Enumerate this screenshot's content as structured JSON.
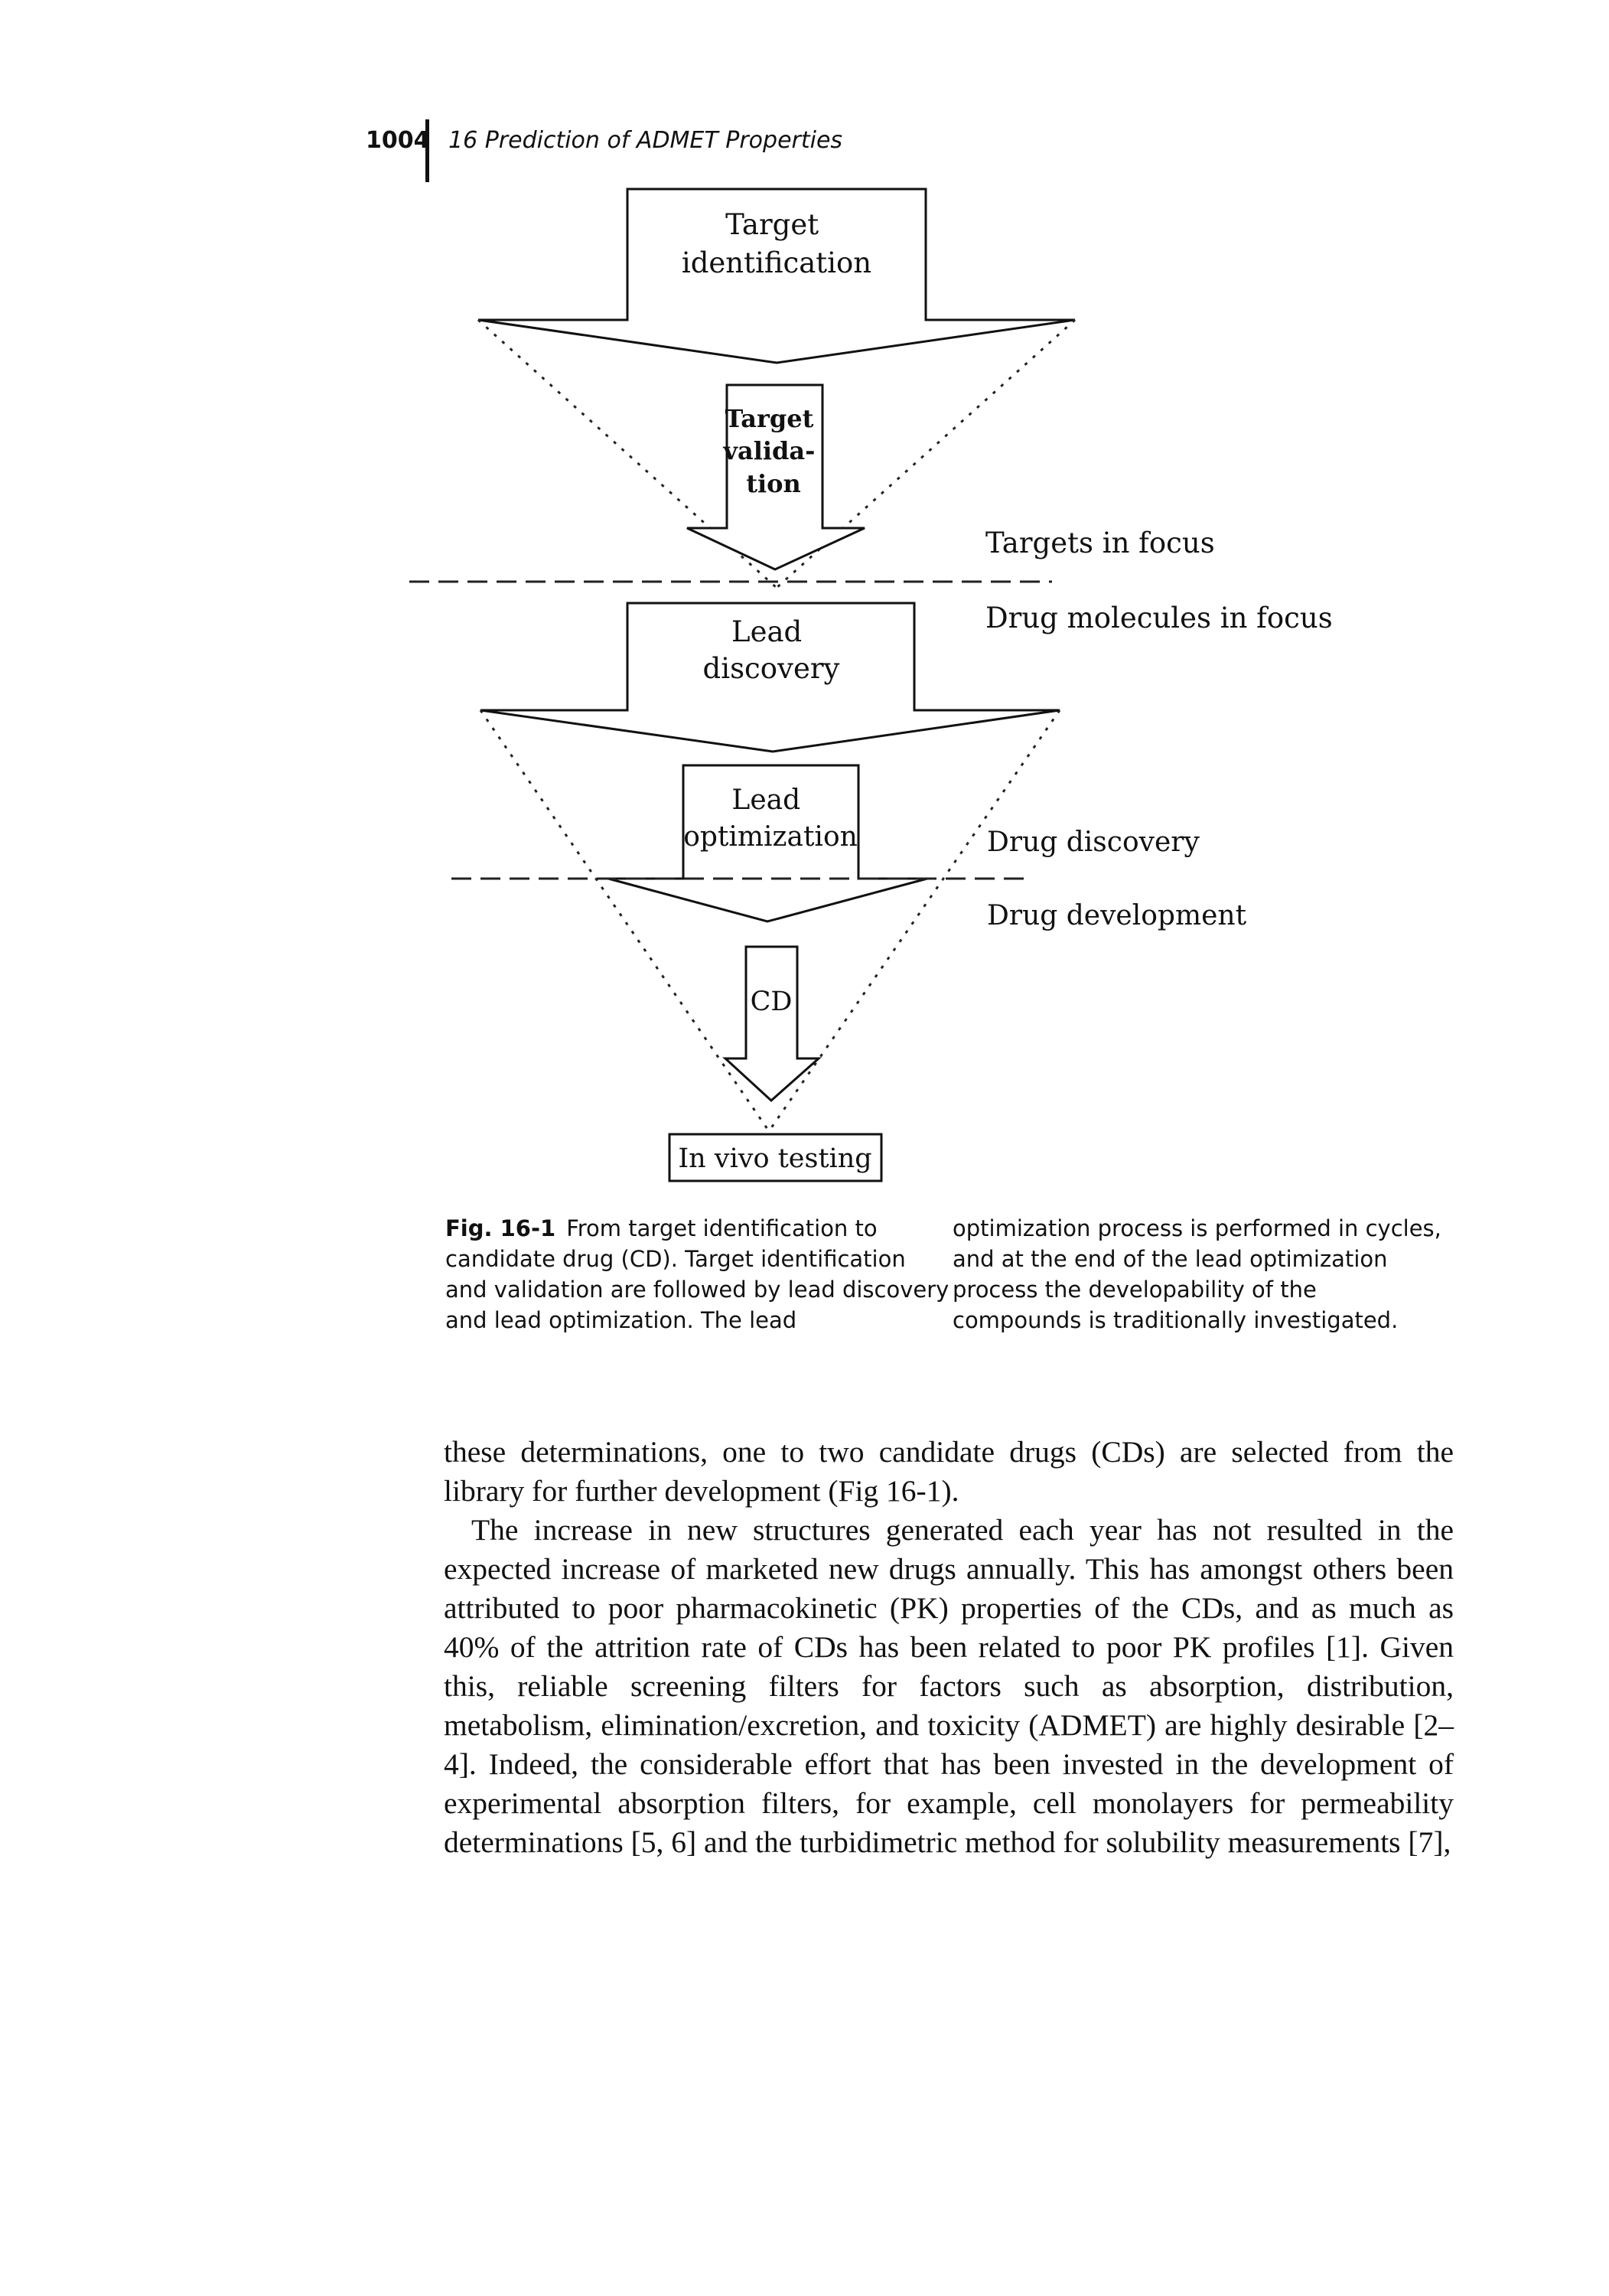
{
  "running_head": {
    "page_number": "1004",
    "chapter_title": "16 Prediction of ADMET Properties"
  },
  "figure": {
    "boxes": {
      "target_identification": [
        "Target",
        "identification"
      ],
      "target_validation": [
        "Target",
        "valida-",
        "tion"
      ],
      "lead_discovery": [
        "Lead",
        "discovery"
      ],
      "lead_optimization": [
        "Lead",
        "optimization"
      ],
      "candidate_drug": "CD",
      "in_vivo_testing": "In vivo testing"
    },
    "side_labels": {
      "targets_in_focus": "Targets in focus",
      "drug_molecules_in_focus": "Drug molecules in focus",
      "drug_discovery": "Drug discovery",
      "drug_development": "Drug development"
    },
    "caption": {
      "label": "Fig. 16-1",
      "left_lines": [
        "From target identification to",
        "candidate drug (CD). Target identification",
        "and validation are followed by lead discovery",
        "and lead optimization. The lead"
      ],
      "right_lines": [
        "optimization process is performed in cycles,",
        "and at the end of the lead optimization",
        "process the developability of the",
        "compounds is traditionally investigated."
      ]
    }
  },
  "body": {
    "paragraph_1": "these determinations, one to two candidate drugs (CDs) are selected from the library for further development (Fig 16-1).",
    "paragraph_2": "The increase in new structures generated each year has not resulted in the expected increase of marketed new drugs annually. This has amongst others been attributed to poor pharmacokinetic (PK) properties of the CDs, and as much as 40% of the attrition rate of CDs has been related to poor PK profiles [1]. Given this, reliable screening filters for factors such as absorption, distribution, metabolism, elimination/excretion, and toxicity (ADMET) are highly desirable [2–4]. Indeed, the considerable effort that has been invested in the development of experimental absorption filters, for example, cell monolayers for permeability determinations [5, 6] and the turbidimetric method for solubility measurements [7],"
  }
}
